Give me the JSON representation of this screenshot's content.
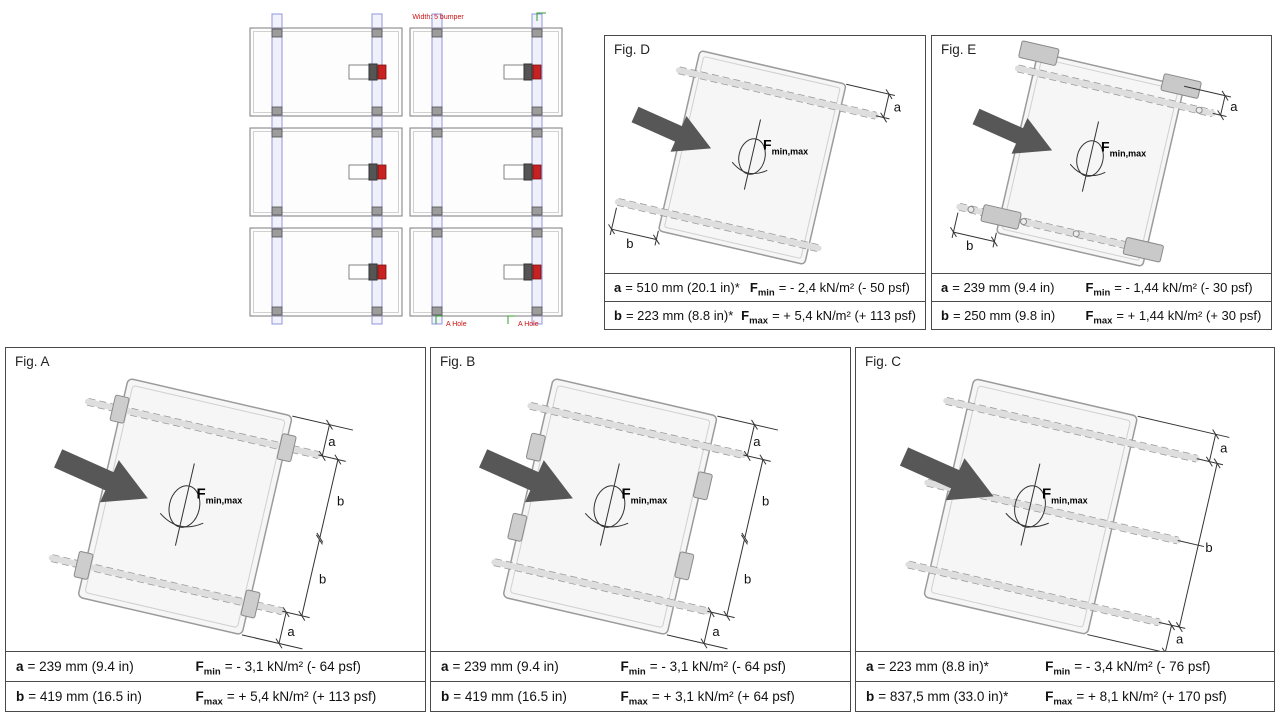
{
  "labels": {
    "F": "F",
    "minmax": "min,max",
    "min": "min",
    "max": "max",
    "a": "a",
    "b": "b"
  },
  "cad": {
    "top_note": "Width: 5 bumper",
    "hole_left": "A Hole",
    "hole_right": "A Hole"
  },
  "figures": [
    {
      "id": "A",
      "label": "Fig. A",
      "a_text": "= 239 mm (9.4 in)",
      "b_text": "= 419 mm (16.5 in)",
      "fmin_text": "= - 3,1 kN/m² (- 64 psf)",
      "fmax_text": "= + 5,4 kN/m² (+ 113 psf)"
    },
    {
      "id": "B",
      "label": "Fig. B",
      "a_text": "= 239 mm (9.4 in)",
      "b_text": "= 419 mm (16.5 in)",
      "fmin_text": "= - 3,1 kN/m² (- 64 psf)",
      "fmax_text": "= + 3,1 kN/m² (+ 64 psf)"
    },
    {
      "id": "C",
      "label": "Fig. C",
      "a_text": "= 223 mm (8.8 in)*",
      "b_text": "= 837,5 mm (33.0 in)*",
      "fmin_text": "= - 3,4 kN/m² (- 76 psf)",
      "fmax_text": "= + 8,1 kN/m² (+ 170 psf)"
    },
    {
      "id": "D",
      "label": "Fig. D",
      "a_text": "= 510 mm (20.1 in)*",
      "b_text": "= 223 mm (8.8 in)*",
      "fmin_text": "= - 2,4 kN/m² (- 50 psf)",
      "fmax_text": "= + 5,4 kN/m² (+ 113 psf)"
    },
    {
      "id": "E",
      "label": "Fig. E",
      "a_text": "= 239 mm (9.4 in)",
      "b_text": "= 250 mm (9.8 in)",
      "fmin_text": "= - 1,44 kN/m² (- 30 psf)",
      "fmax_text": "= + 1,44 kN/m² (+ 30 psf)"
    }
  ]
}
